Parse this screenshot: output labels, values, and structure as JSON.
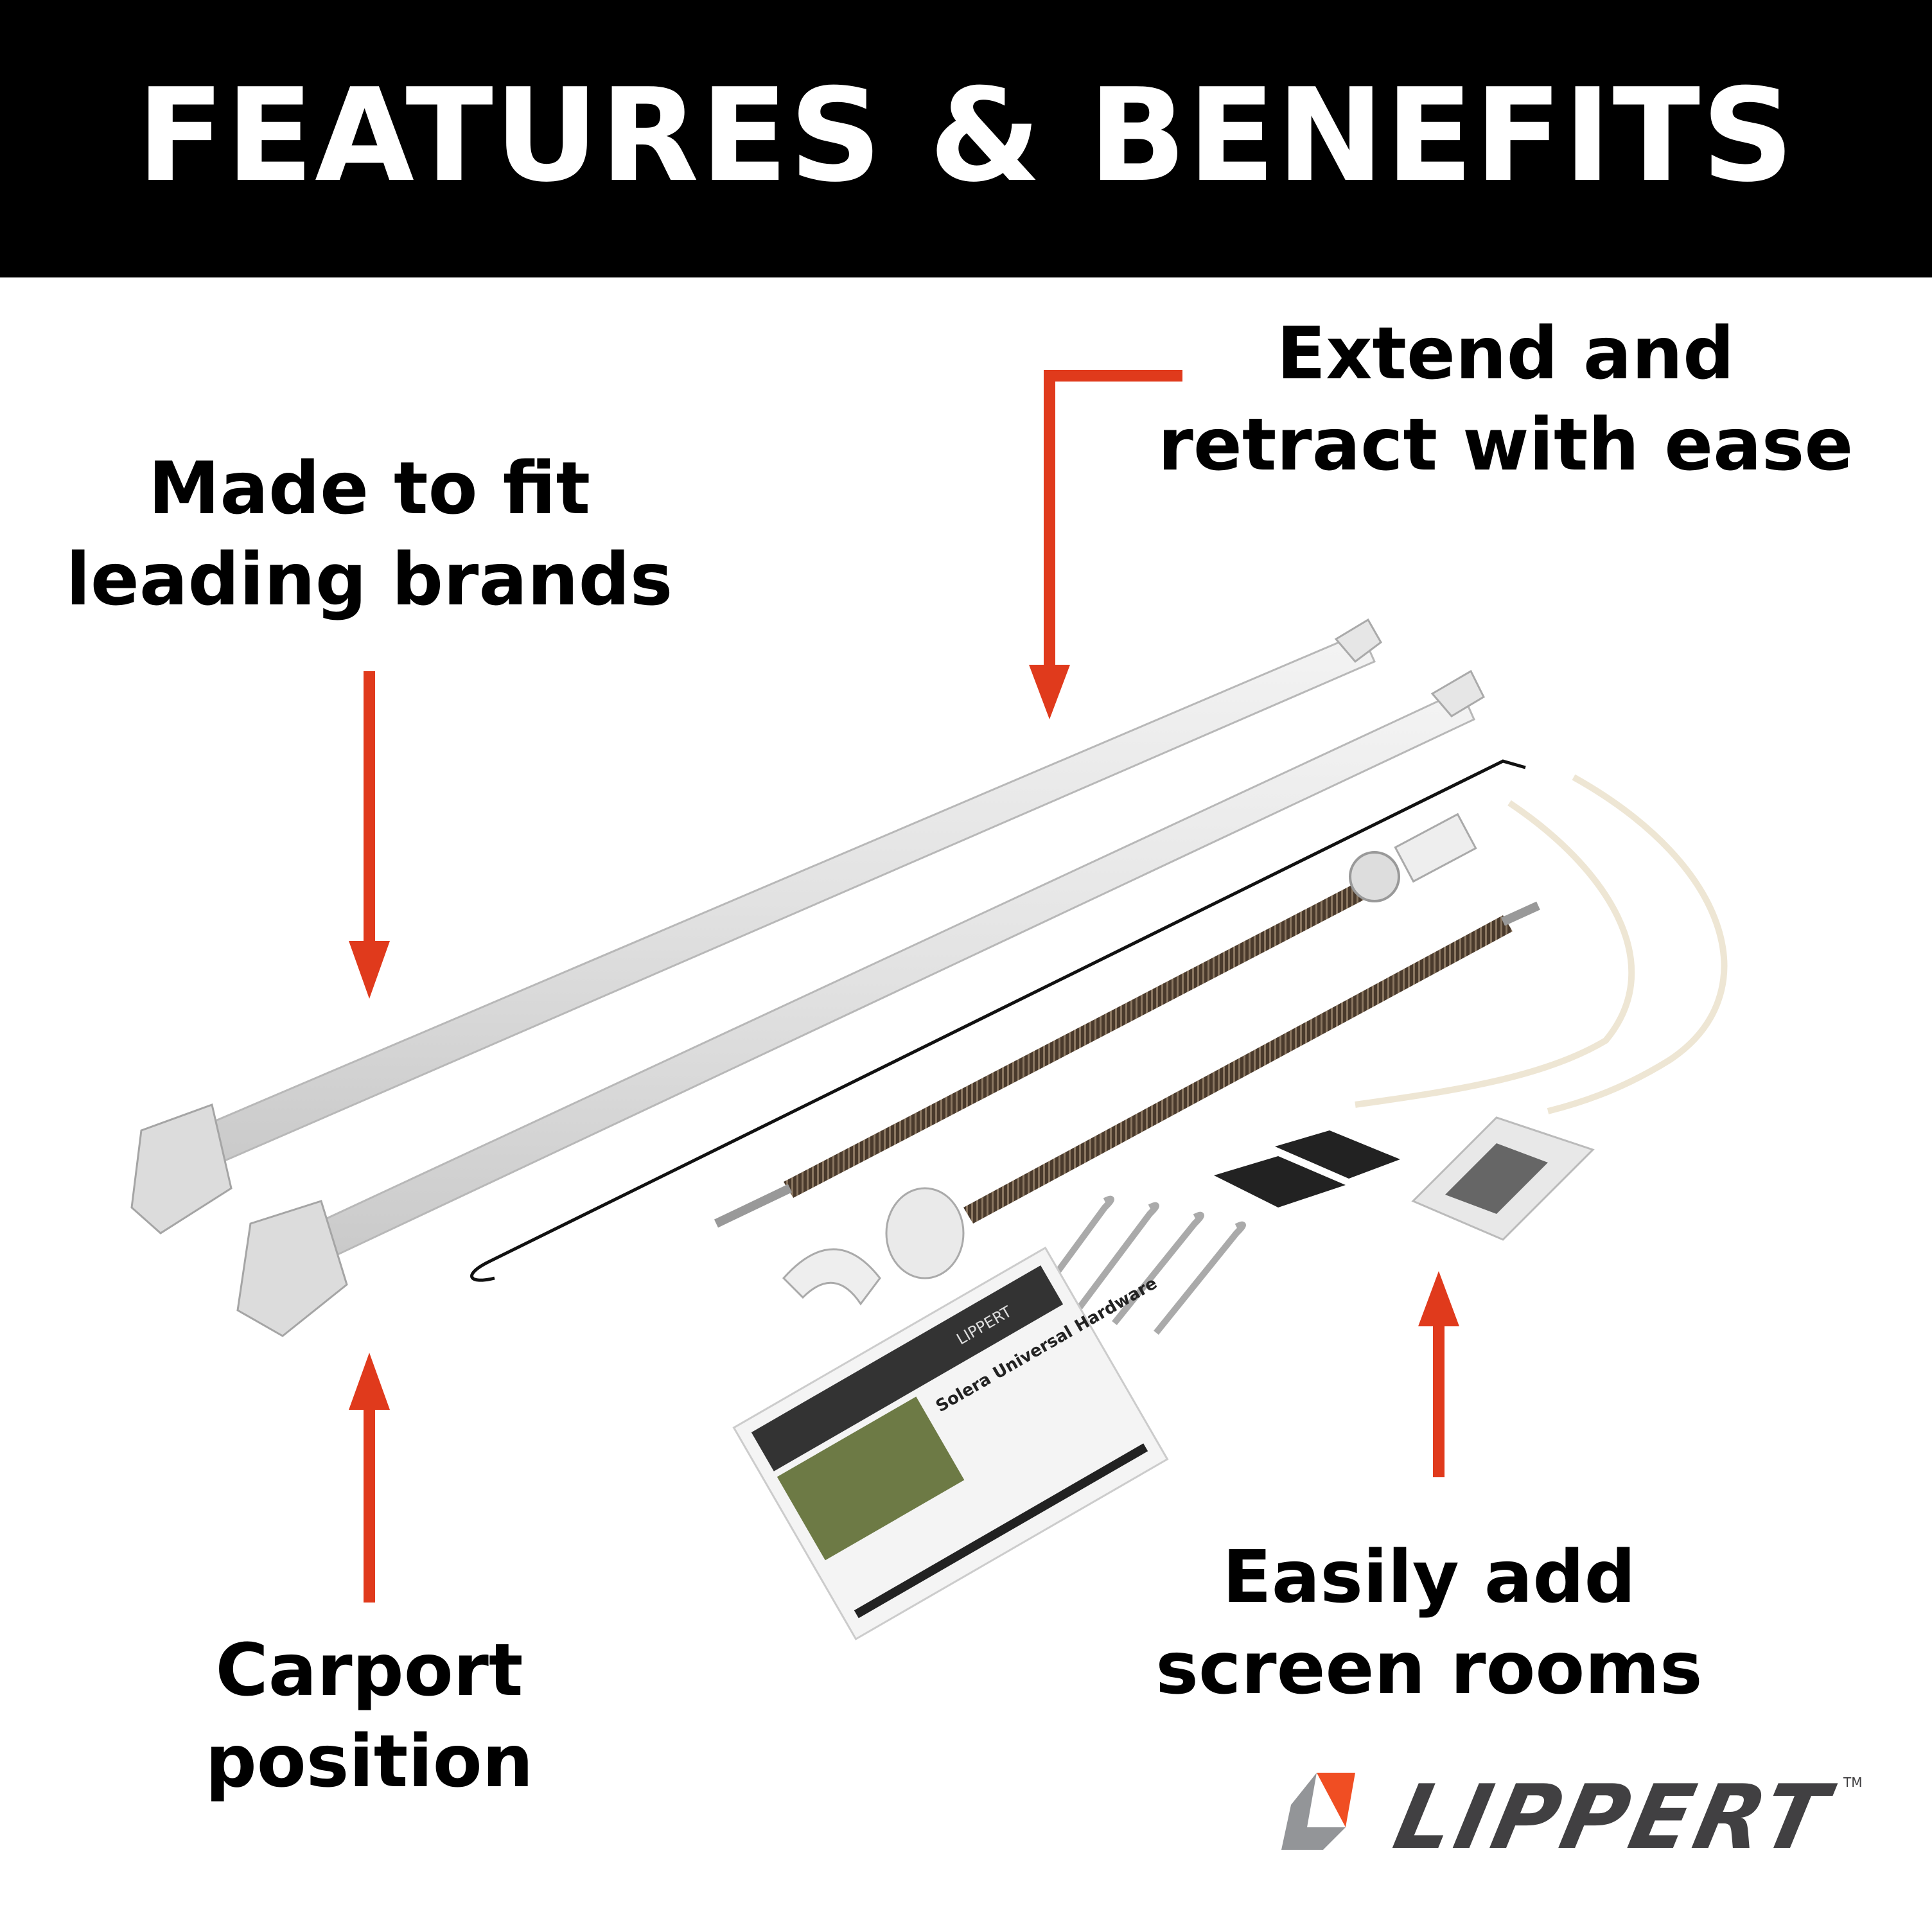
{
  "header": {
    "title": "FEATURES & BENEFITS"
  },
  "callouts": {
    "fit": {
      "line1": "Made to fit",
      "line2": "leading brands"
    },
    "extend": {
      "line1": "Extend and",
      "line2": "retract with ease"
    },
    "carport": {
      "line1": "Carport",
      "line2": "position"
    },
    "screen": {
      "line1": "Easily add",
      "line2": "screen rooms"
    }
  },
  "manual": {
    "title": "Solera Universal Hardware",
    "brand": "LIPPERT"
  },
  "logo": {
    "text": "LIPPERT",
    "tm": "TM"
  },
  "colors": {
    "header_bg": "#000000",
    "arrow": "#e03a1c",
    "logo_orange": "#f04e23",
    "logo_gray": "#939598",
    "logo_text": "#414042"
  }
}
